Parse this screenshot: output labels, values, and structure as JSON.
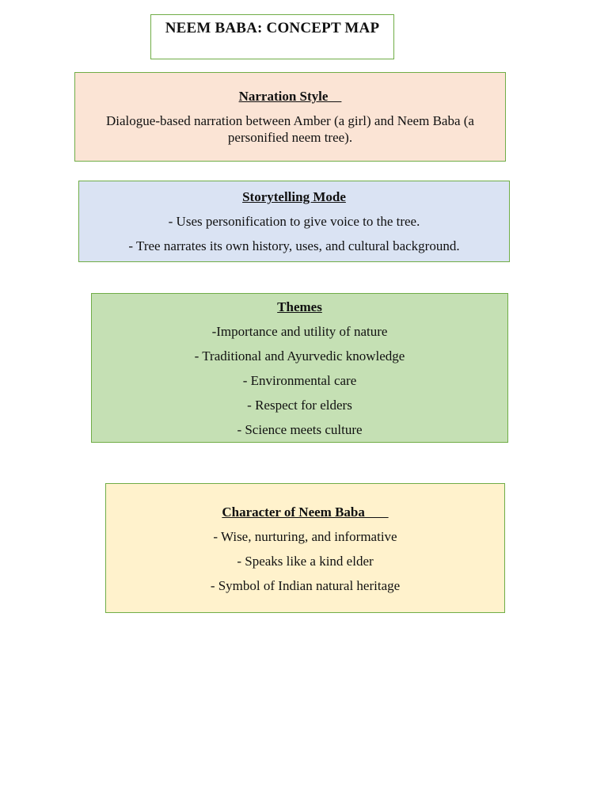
{
  "title": "NEEM BABA: CONCEPT MAP",
  "narration": {
    "heading": "Narration Style    ",
    "text": "Dialogue-based narration between Amber (a girl) and Neem Baba (a personified neem tree)."
  },
  "storytelling": {
    "heading": "Storytelling Mode",
    "lines": [
      "- Uses personification to give voice to the tree.",
      "- Tree narrates its own history, uses, and cultural background."
    ]
  },
  "themes": {
    "heading": "Themes",
    "lines": [
      "-Importance and utility of nature",
      "- Traditional and Ayurvedic knowledge",
      "- Environmental care",
      "- Respect for elders",
      "- Science meets culture"
    ]
  },
  "character": {
    "heading": "Character of Neem Baba       ",
    "lines": [
      "- Wise, nurturing, and informative",
      "- Speaks like a kind elder",
      "- Symbol of Indian natural heritage"
    ]
  },
  "colors": {
    "border": "#70ad47",
    "narration_fill": "#fbe4d5",
    "storytelling_fill": "#dae3f3",
    "themes_fill": "#c5e0b4",
    "character_fill": "#fff2cc"
  }
}
